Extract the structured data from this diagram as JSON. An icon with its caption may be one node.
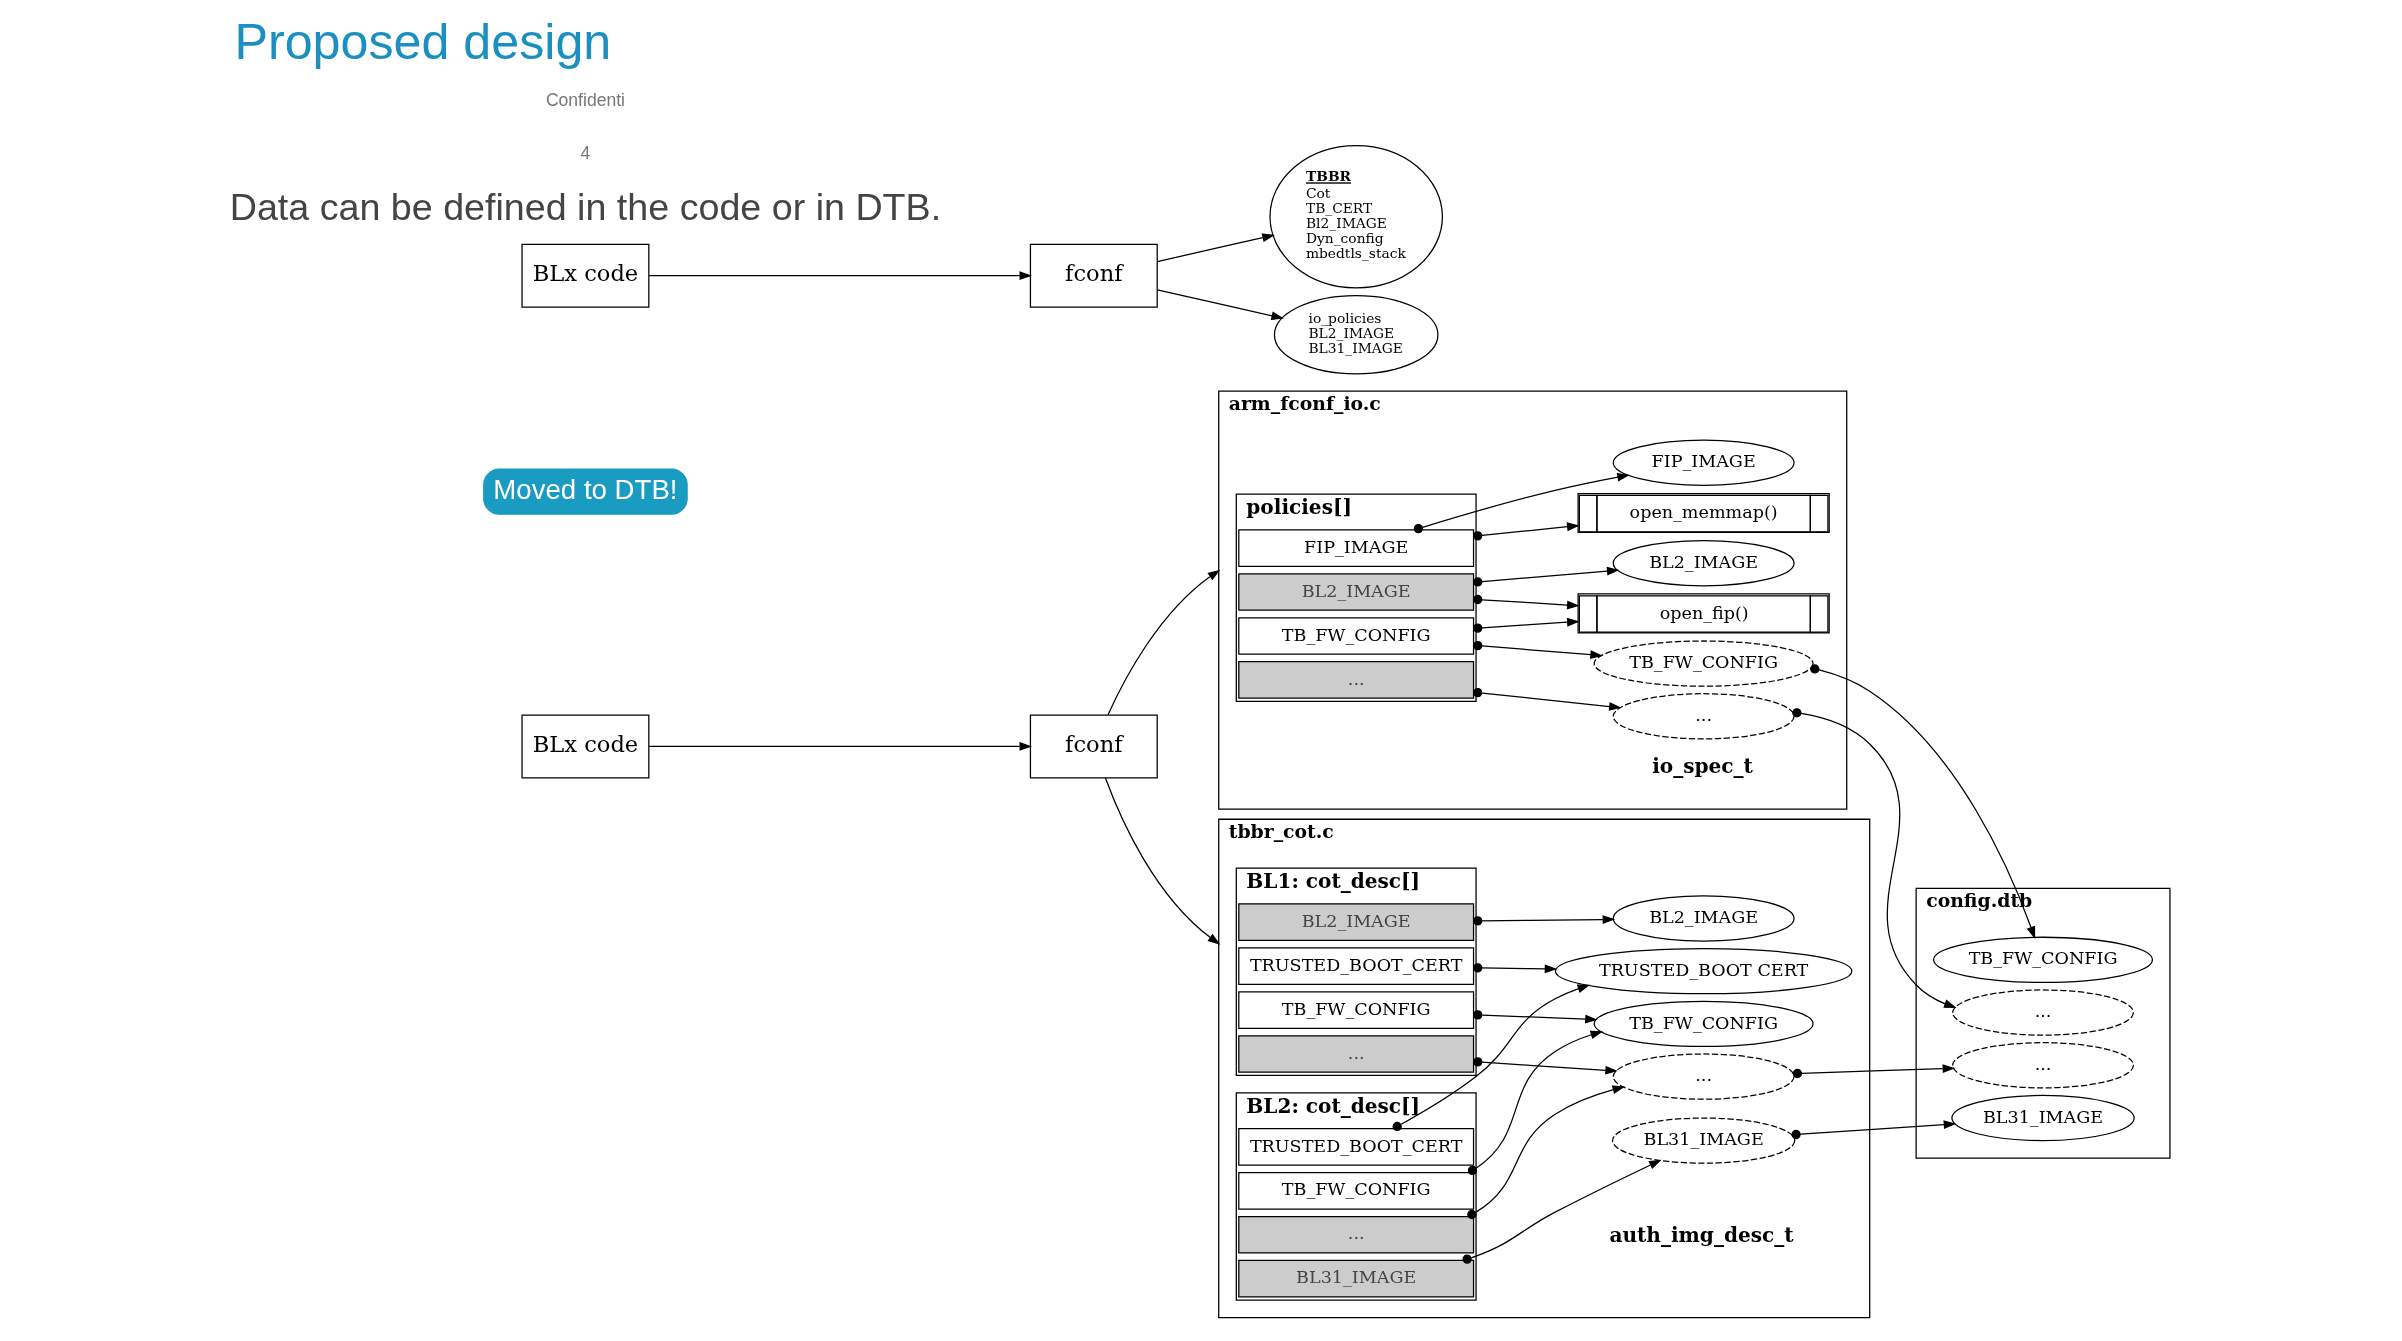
{
  "diagram": {
    "title": "Proposed design",
    "nodes": [
      {
        "text": [
          "BLx code"
        ]
      },
      {
        "text": [
          "fconf"
        ]
      },
      {
        "text": [
          "arm_fconf_io.c"
        ]
      },
      {
        "text": [
          "policies[]"
        ],
        "in": 2
      },
      {
        "text": [
          "FIP_IMAGE"
        ],
        "in": 3
      },
      {
        "text": [
          "BL2_IMAGE"
        ],
        "in": 3
      },
      {
        "text": [
          "TB_FW_CONFIG"
        ],
        "in": 3
      },
      {
        "text": [
          "..."
        ],
        "in": 3
      },
      {
        "text": [
          "FIP_IMAGE"
        ],
        "in": 2
      },
      {
        "text": [
          "BL2_IMAGE"
        ],
        "in": 2
      },
      {
        "text": [
          "TB_FW_CONFIG"
        ],
        "in": 2
      },
      {
        "text": [
          "..."
        ],
        "in": 2
      },
      {
        "text": [
          "open_memmap()"
        ],
        "in": 2
      },
      {
        "text": [
          "open_fip()"
        ],
        "in": 2
      },
      {
        "text": [
          "tbbr_cot.c"
        ]
      },
      {
        "text": [
          "BL1: cot_desc[]"
        ],
        "in": 14
      },
      {
        "text": [
          "TRUSTED_BOOT_CERT"
        ],
        "in": 15
      },
      {
        "text": [
          "BL2_IMAGE"
        ],
        "in": 15
      },
      {
        "text": [
          "TB_FW_CONFIG"
        ],
        "in": 15
      },
      {
        "text": [
          "..."
        ],
        "in": 15
      },
      {
        "text": [
          "BL2: cot_desc[]"
        ],
        "in": 14
      },
      {
        "text": [
          "TRUSTED_BOOT_CERT"
        ],
        "in": 20
      },
      {
        "text": [
          "BL31_IMAGE"
        ],
        "in": 20
      },
      {
        "text": [
          "TB_FW_CONFIG"
        ],
        "in": 20
      },
      {
        "text": [
          "..."
        ],
        "in": 20
      },
      {
        "text": [
          "TRUSTED_BOOT CERT"
        ],
        "in": 14
      },
      {
        "text": [
          "BL2_IMAGE"
        ],
        "in": 14
      },
      {
        "text": [
          "TB_FW_CONFIG"
        ],
        "in": 14
      },
      {
        "text": [
          "BL31_IMAGE"
        ],
        "in": 14
      },
      {
        "text": [
          "..."
        ],
        "in": 14
      },
      {
        "text": [
          "config.dtb"
        ]
      },
      {
        "text": [
          "TB_FW_CONFIG"
        ],
        "in": 30
      },
      {
        "text": [
          "..."
        ],
        "in": 30
      },
      {
        "text": [
          "BL31_IMAGE"
        ],
        "in": 30
      },
      {
        "text": [
          "..."
        ],
        "in": 30
      },
      {
        "text": [
          "Moved to DTB!"
        ]
      },
      {
        "text": [
          "BLx code"
        ]
      },
      {
        "text": [
          "fconf"
        ]
      },
      {
        "text": [
          "TBBR",
          "Cot",
          "TB_CERT",
          "Bl2_IMAGE",
          "Dyn_config",
          "mbedtls_stack"
        ]
      },
      {
        "text": [
          "io_policies",
          "BL2_IMAGE",
          "BL31_IMAGE"
        ]
      }
    ],
    "edges": [
      {
        "from": 0,
        "to": 1,
        "arrow": "to"
      },
      {
        "from": 1,
        "to": 2,
        "arrow": "to"
      },
      {
        "from": 1,
        "to": 14,
        "arrow": "to"
      },
      {
        "from": 4,
        "to": 8,
        "arrow": "to"
      },
      {
        "from": 4,
        "to": 12,
        "arrow": "to"
      },
      {
        "from": 5,
        "to": 9,
        "arrow": "to"
      },
      {
        "from": 5,
        "to": 13,
        "arrow": "to"
      },
      {
        "from": 6,
        "to": 10,
        "arrow": "to"
      },
      {
        "from": 6,
        "to": 13,
        "arrow": "to"
      },
      {
        "from": 7,
        "to": 11,
        "arrow": "to"
      },
      {
        "from": 10,
        "to": 31,
        "arrow": "to"
      },
      {
        "from": 11,
        "to": 32,
        "arrow": "to"
      },
      {
        "from": 16,
        "to": 25,
        "arrow": "to"
      },
      {
        "from": 17,
        "to": 26,
        "arrow": "to"
      },
      {
        "from": 18,
        "to": 27,
        "arrow": "to"
      },
      {
        "from": 19,
        "to": 29,
        "arrow": "to"
      },
      {
        "from": 21,
        "to": 25,
        "arrow": "to"
      },
      {
        "from": 22,
        "to": 28,
        "arrow": "to"
      },
      {
        "from": 23,
        "to": 27,
        "arrow": "to"
      },
      {
        "from": 24,
        "to": 29,
        "arrow": "to"
      },
      {
        "from": 28,
        "to": 33,
        "arrow": "to"
      },
      {
        "from": 29,
        "to": 34,
        "arrow": "to"
      },
      {
        "from": 36,
        "to": 37,
        "arrow": "to"
      },
      {
        "from": 37,
        "to": 38,
        "arrow": "to"
      },
      {
        "from": 37,
        "to": 39,
        "arrow": "to"
      }
    ],
    "labels": [
      "Data can be defined in the code or in DTB.",
      "io_spec_t",
      "auth_img_desc_t",
      "4",
      "Confidenti"
    ]
  }
}
